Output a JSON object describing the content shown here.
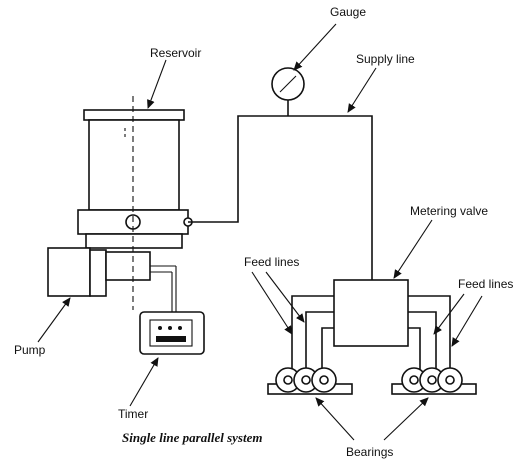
{
  "labels": {
    "gauge": "Gauge",
    "reservoir": "Reservoir",
    "supply_line": "Supply line",
    "metering_valve": "Metering valve",
    "feed_lines_left": "Feed lines",
    "feed_lines_right": "Feed lines",
    "pump": "Pump",
    "timer": "Timer",
    "bearings": "Bearings"
  },
  "caption": "Single line parallel system"
}
